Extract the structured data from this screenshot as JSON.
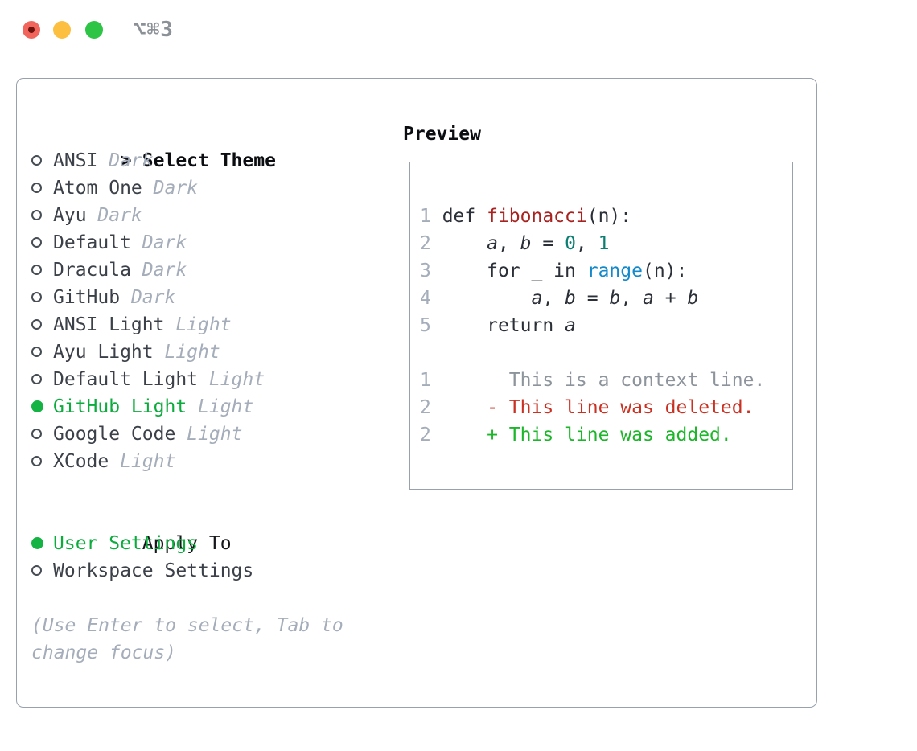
{
  "window": {
    "title": "⌥⌘3",
    "traffic_lights": [
      {
        "name": "close"
      },
      {
        "name": "minimize"
      },
      {
        "name": "maximize"
      }
    ]
  },
  "theme_picker": {
    "prompt_marker": ">",
    "prompt_label": "Select Theme",
    "themes": [
      {
        "name": "ANSI",
        "variant": "Dark",
        "selected": false
      },
      {
        "name": "Atom One",
        "variant": "Dark",
        "selected": false
      },
      {
        "name": "Ayu",
        "variant": "Dark",
        "selected": false
      },
      {
        "name": "Default",
        "variant": "Dark",
        "selected": false
      },
      {
        "name": "Dracula",
        "variant": "Dark",
        "selected": false
      },
      {
        "name": "GitHub",
        "variant": "Dark",
        "selected": false
      },
      {
        "name": "ANSI Light",
        "variant": "Light",
        "selected": false
      },
      {
        "name": "Ayu Light",
        "variant": "Light",
        "selected": false
      },
      {
        "name": "Default Light",
        "variant": "Light",
        "selected": false
      },
      {
        "name": "GitHub Light",
        "variant": "Light",
        "selected": true
      },
      {
        "name": "Google Code",
        "variant": "Light",
        "selected": false
      },
      {
        "name": "XCode",
        "variant": "Light",
        "selected": false
      }
    ],
    "apply_to_label": "Apply To",
    "apply_to_options": [
      {
        "name": "User Settings",
        "selected": true
      },
      {
        "name": "Workspace Settings",
        "selected": false
      }
    ],
    "hint_line1": "(Use Enter to select, Tab to",
    "hint_line2": "change focus)"
  },
  "preview": {
    "title": "Preview",
    "code_lines": [
      {
        "num": "1",
        "segs": [
          {
            "s": "d",
            "t": "def "
          },
          {
            "s": "fn",
            "t": "fibonacci"
          },
          {
            "s": "d",
            "t": "(n):"
          }
        ]
      },
      {
        "num": "2",
        "segs": [
          {
            "s": "d",
            "t": "    "
          },
          {
            "s": "var",
            "t": "a"
          },
          {
            "s": "d",
            "t": ", "
          },
          {
            "s": "var",
            "t": "b"
          },
          {
            "s": "d",
            "t": " = "
          },
          {
            "s": "num",
            "t": "0"
          },
          {
            "s": "d",
            "t": ", "
          },
          {
            "s": "num",
            "t": "1"
          }
        ]
      },
      {
        "num": "3",
        "segs": [
          {
            "s": "d",
            "t": "    for _ in "
          },
          {
            "s": "call",
            "t": "range"
          },
          {
            "s": "d",
            "t": "(n):"
          }
        ]
      },
      {
        "num": "4",
        "segs": [
          {
            "s": "d",
            "t": "        "
          },
          {
            "s": "var",
            "t": "a"
          },
          {
            "s": "d",
            "t": ", "
          },
          {
            "s": "var",
            "t": "b"
          },
          {
            "s": "d",
            "t": " = "
          },
          {
            "s": "var",
            "t": "b"
          },
          {
            "s": "d",
            "t": ", "
          },
          {
            "s": "var",
            "t": "a"
          },
          {
            "s": "d",
            "t": " + "
          },
          {
            "s": "var",
            "t": "b"
          }
        ]
      },
      {
        "num": "5",
        "segs": [
          {
            "s": "d",
            "t": "    return "
          },
          {
            "s": "var",
            "t": "a"
          }
        ]
      },
      {
        "num": "",
        "segs": []
      },
      {
        "num": "1",
        "segs": [
          {
            "s": "ctx",
            "t": "      This is a context line."
          }
        ]
      },
      {
        "num": "2",
        "segs": [
          {
            "s": "del",
            "t": "    - This line was deleted."
          }
        ]
      },
      {
        "num": "2",
        "segs": [
          {
            "s": "add",
            "t": "    + This line was added."
          }
        ]
      }
    ]
  },
  "colors": {
    "panel_border": "#98a1ad",
    "selection_green": "#0cab3d",
    "muted_gray": "#a4adb9",
    "text_dark": "#3c4149",
    "code_default": "#2b3038",
    "code_function_red": "#a82220",
    "code_number_teal": "#0b7e72",
    "code_call_blue": "#1289cb",
    "diff_context_gray": "#8d949c",
    "diff_deleted_red": "#c93122",
    "diff_added_green": "#1db62b",
    "traffic_red": "#f2655c",
    "traffic_yellow": "#fcbf3f",
    "traffic_green": "#2ec446"
  }
}
